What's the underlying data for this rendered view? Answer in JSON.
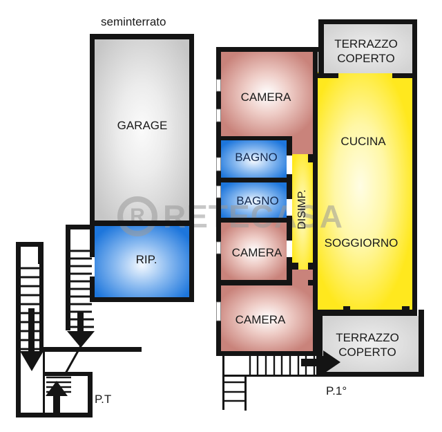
{
  "page": {
    "background": "#ffffff"
  },
  "watermark": {
    "logo_letter": "R",
    "text": "RETECASA"
  },
  "floors": {
    "basement": {
      "title": "seminterrato",
      "level_label": "P.T",
      "rooms": {
        "garage": "GARAGE",
        "rip": "RIP."
      }
    },
    "first": {
      "level_label": "P.1°",
      "rooms": {
        "camera_top": "CAMERA",
        "bagno_1": "BAGNO",
        "bagno_2": "BAGNO",
        "camera_mid": "CAMERA",
        "camera_bottom": "CAMERA",
        "disimp": "DISIMP.",
        "cucina": "CUCINA",
        "soggiorno": "SOGGIORNO",
        "terrazzo_top_line1": "TERRAZZO",
        "terrazzo_top_line2": "COPERTO",
        "terrazzo_bottom_line1": "TERRAZZO",
        "terrazzo_bottom_line2": "COPERTO"
      }
    }
  },
  "colors": {
    "wall": "#141414",
    "camera": "#c9837b",
    "bagno": "#1d76dc",
    "kitchen": "#ffe81e",
    "garage": "#c6c6c6",
    "terrace": "#d3d3d3",
    "label_text": "#1a1a1a",
    "bagno_label_text": "#13294f",
    "watermark_gray": "#9a9a9a"
  }
}
